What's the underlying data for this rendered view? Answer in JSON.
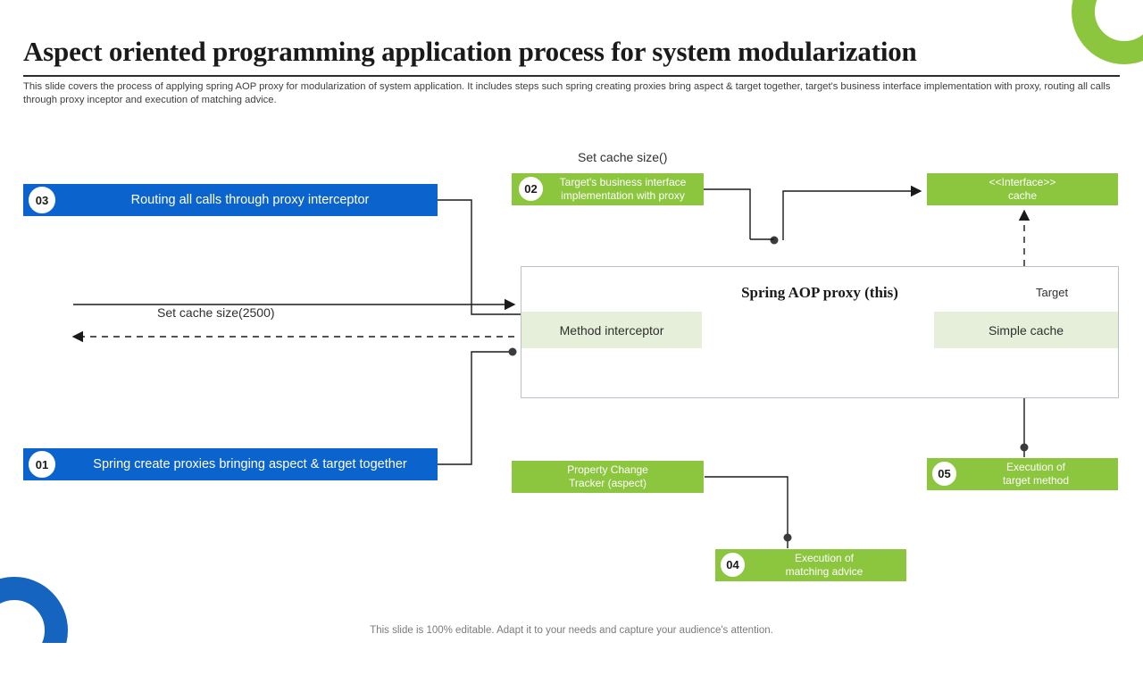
{
  "slide": {
    "title": "Aspect oriented programming application process for system modularization",
    "subtitle": "This slide covers the process of applying spring AOP proxy  for modularization of system application. It includes steps such spring creating proxies bring aspect & target together, target's business interface implementation with proxy, routing all calls through proxy inceptor and execution of matching advice.",
    "footer": "This slide is 100% editable. Adapt it to your needs and capture your audience's attention."
  },
  "colors": {
    "blue": "#0b63ce",
    "green": "#8cc63e",
    "pale_green": "#e6efda",
    "title_text": "#1a1a1a",
    "footer_text": "#7b7b7b"
  },
  "diagram": {
    "steps": [
      {
        "badge": "01",
        "label": "Spring create proxies bringing aspect & target together"
      },
      {
        "badge": "02",
        "label": "Target's  business interface implementation  with proxy"
      },
      {
        "badge": "03",
        "label": "Routing all calls through proxy interceptor"
      },
      {
        "badge": "04",
        "label": "Execution of matching advice"
      },
      {
        "badge": "05",
        "label": "Execution of target method"
      }
    ],
    "nodes": {
      "interface_cache": "<<Interface>>\ncache",
      "interface_cache_line1": "<<Interface>>",
      "interface_cache_line2": "cache",
      "property_tracker_line1": "Property Change",
      "property_tracker_line2": "Tracker (aspect)",
      "method_interceptor": "Method interceptor",
      "simple_cache": "Simple cache",
      "panel_title": "Spring AOP proxy (this)",
      "target_label": "Target",
      "step2_line1": "Target's  business interface",
      "step2_line2": "implementation  with proxy",
      "step4_line1": "Execution of",
      "step4_line2": "matching advice",
      "step5_line1": "Execution of",
      "step5_line2": "target method"
    },
    "captions": {
      "set_cache_size": "Set cache size()",
      "set_cache_size_2500": "Set cache size(2500)"
    }
  }
}
